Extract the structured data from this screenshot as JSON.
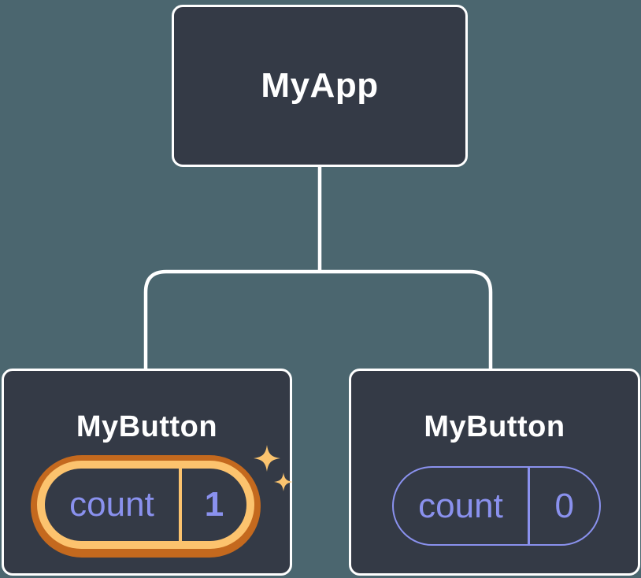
{
  "diagram": {
    "name": "react-component-state-tree",
    "root": {
      "label": "MyApp"
    },
    "children": [
      {
        "label": "MyButton",
        "state_name": "count",
        "state_value": "1",
        "highlighted": true
      },
      {
        "label": "MyButton",
        "state_name": "count",
        "state_value": "0",
        "highlighted": false
      }
    ]
  },
  "icons": {
    "sparkles": "sparkles-icon",
    "sparkle_glyph": "✦"
  },
  "colors": {
    "background": "#4b666f",
    "card": "#343a46",
    "connector": "#ffffff",
    "text_primary": "#ffffff",
    "state_purple": "#8a91ee",
    "highlight_orange": "#c4691e",
    "highlight_gold": "#fcc36e",
    "sparkle_gold": "#fbc46f"
  }
}
